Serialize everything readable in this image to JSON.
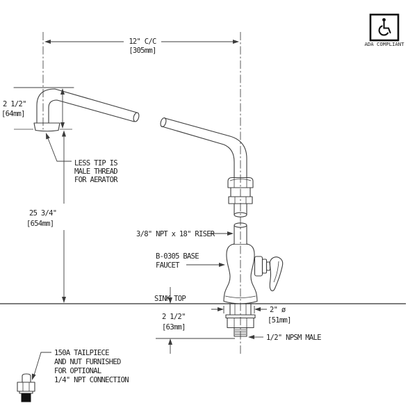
{
  "drawing": {
    "colors": {
      "line": "#3c3c3c",
      "background": "#ffffff",
      "ada_fill": "#111111"
    },
    "ada": {
      "label": "ADA COMPLIANT"
    },
    "dimensions": {
      "center_to_center": {
        "value": "12\" C/C",
        "metric": "[305mm]"
      },
      "spout_drop": {
        "value": "2 1/2\"",
        "metric": "[64mm]"
      },
      "overall_height": {
        "value": "25 3/4\"",
        "metric": "[654mm]"
      },
      "flange_diameter": {
        "value": "2\" ø",
        "metric": "[51mm]"
      },
      "shank_length": {
        "value": "2 1/2\"",
        "metric": "[63mm]"
      }
    },
    "callouts": {
      "aerator": {
        "line1": "LESS TIP IS",
        "line2": "MALE THREAD",
        "line3": "FOR AERATOR"
      },
      "riser": {
        "line1": "3/8\" NPT x 18\" RISER"
      },
      "base_faucet": {
        "line1": "B-0305 BASE",
        "line2": "FAUCET"
      },
      "sink_top": {
        "line1": "SINK TOP"
      },
      "npsm": {
        "line1": "1/2\" NPSM MALE"
      },
      "tailpiece": {
        "line1": "150A TAILPIECE",
        "line2": "AND NUT FURNISHED",
        "line3": "FOR OPTIONAL",
        "line4": "1/4\" NPT CONNECTION"
      }
    }
  }
}
